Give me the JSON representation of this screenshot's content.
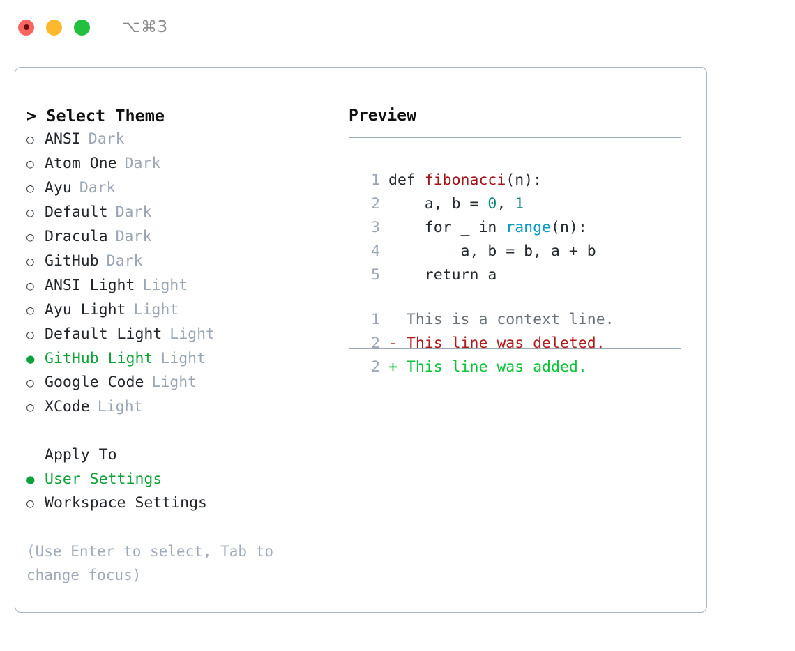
{
  "titlebar": {
    "shortcut": "⌥⌘3",
    "buttons": [
      {
        "name": "close",
        "color": "#f9655f"
      },
      {
        "name": "minimize",
        "color": "#fdb92e"
      },
      {
        "name": "zoom",
        "color": "#21c13f"
      }
    ]
  },
  "theme_picker": {
    "heading": "> Select Theme",
    "items": [
      {
        "marker": "○",
        "label": "ANSI",
        "suffix": "Dark",
        "selected": false
      },
      {
        "marker": "○",
        "label": "Atom One",
        "suffix": "Dark",
        "selected": false
      },
      {
        "marker": "○",
        "label": "Ayu",
        "suffix": "Dark",
        "selected": false
      },
      {
        "marker": "○",
        "label": "Default",
        "suffix": "Dark",
        "selected": false
      },
      {
        "marker": "○",
        "label": "Dracula",
        "suffix": "Dark",
        "selected": false
      },
      {
        "marker": "○",
        "label": "GitHub",
        "suffix": "Dark",
        "selected": false
      },
      {
        "marker": "○",
        "label": "ANSI Light",
        "suffix": "Light",
        "selected": false
      },
      {
        "marker": "○",
        "label": "Ayu Light",
        "suffix": "Light",
        "selected": false
      },
      {
        "marker": "○",
        "label": "Default Light",
        "suffix": "Light",
        "selected": false
      },
      {
        "marker": "●",
        "label": "GitHub Light",
        "suffix": "Light",
        "selected": true
      },
      {
        "marker": "○",
        "label": "Google Code",
        "suffix": "Light",
        "selected": false
      },
      {
        "marker": "○",
        "label": "XCode",
        "suffix": "Light",
        "selected": false
      }
    ]
  },
  "apply_to": {
    "heading": "Apply To",
    "items": [
      {
        "marker": "●",
        "label": "User Settings",
        "selected": true
      },
      {
        "marker": "○",
        "label": "Workspace Settings",
        "selected": false
      }
    ]
  },
  "hint": "(Use Enter to select, Tab to change focus)",
  "preview": {
    "title": "Preview",
    "code_lines": [
      {
        "number": "1",
        "tokens": [
          {
            "t": "def ",
            "c": "plain"
          },
          {
            "t": "fibonacci",
            "c": "fn"
          },
          {
            "t": "(n):",
            "c": "plain"
          }
        ]
      },
      {
        "number": "2",
        "tokens": [
          {
            "t": "    a, b = ",
            "c": "plain"
          },
          {
            "t": "0",
            "c": "num"
          },
          {
            "t": ", ",
            "c": "plain"
          },
          {
            "t": "1",
            "c": "num"
          }
        ]
      },
      {
        "number": "3",
        "tokens": [
          {
            "t": "    for _ in ",
            "c": "plain"
          },
          {
            "t": "range",
            "c": "call"
          },
          {
            "t": "(n):",
            "c": "plain"
          }
        ]
      },
      {
        "number": "4",
        "tokens": [
          {
            "t": "        a, b = b, a + b",
            "c": "plain"
          }
        ]
      },
      {
        "number": "5",
        "tokens": [
          {
            "t": "    return a",
            "c": "plain"
          }
        ]
      }
    ],
    "diff_lines": [
      {
        "number": "1",
        "text": "  This is a context line.",
        "kind": "ctx"
      },
      {
        "number": "2",
        "text": "- This line was deleted.",
        "kind": "del"
      },
      {
        "number": "2",
        "text": "+ This line was added.",
        "kind": "add"
      }
    ]
  },
  "colors": {
    "accent_green": "#0da238",
    "muted_blue_grey": "#9aa6b5",
    "hint": "#9fabbc",
    "border": "#a9b4c2",
    "preview_border": "#9aa7b5",
    "code_fn_red": "#a3151a",
    "code_num_teal": "#0c8577",
    "code_call_blue": "#0a9bc4",
    "diff_del_red": "#b01c1c",
    "diff_add_green": "#0ec33b",
    "diff_ctx_grey": "#6a737d"
  }
}
